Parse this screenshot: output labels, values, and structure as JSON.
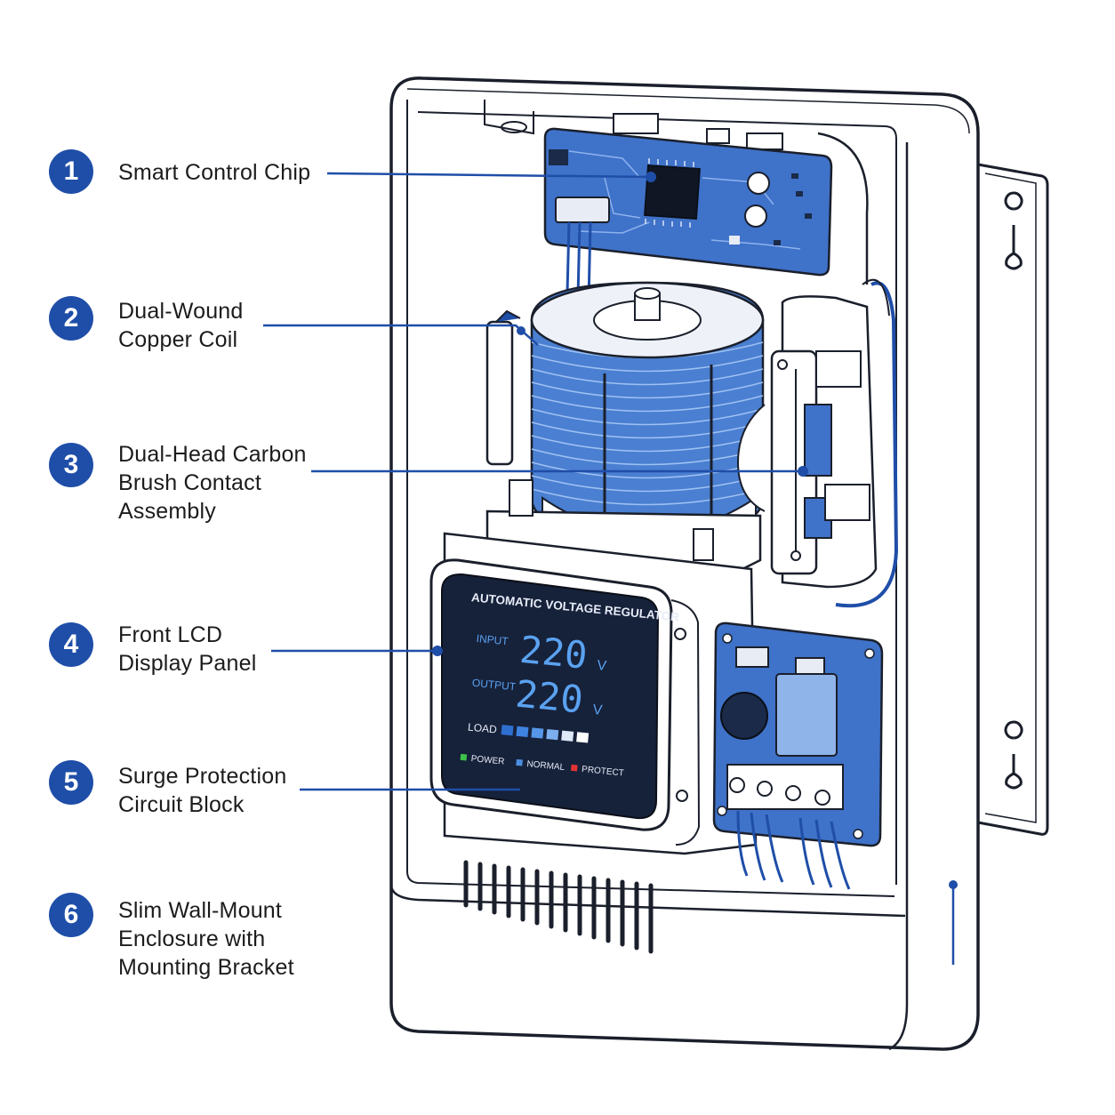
{
  "callouts": [
    {
      "number": "1",
      "lines": [
        "Smart Control Chip"
      ]
    },
    {
      "number": "2",
      "lines": [
        "Dual-Wound",
        "Copper Coil"
      ]
    },
    {
      "number": "3",
      "lines": [
        "Dual-Head Carbon",
        "Brush Contact",
        "Assembly"
      ]
    },
    {
      "number": "4",
      "lines": [
        "Front LCD",
        "Display Panel"
      ]
    },
    {
      "number": "5",
      "lines": [
        "Surge Protection",
        "Circuit Block"
      ]
    },
    {
      "number": "6",
      "lines": [
        "Slim Wall-Mount",
        "Enclosure with",
        "Mounting Bracket"
      ]
    }
  ],
  "lcd": {
    "title": "AUTOMATIC VOLTAGE REGULATOR",
    "input_label": "INPUT",
    "input_value": "220",
    "input_unit": "V",
    "output_label": "OUTPUT",
    "output_value": "220",
    "output_unit": "V",
    "load_label": "LOAD",
    "power_label": "POWER",
    "normal_label": "NORMAL",
    "protect_label": "PROTECT"
  },
  "colors": {
    "accent": "#1f4ea8",
    "pcb": "#3f72c9",
    "coil": "#4a7fd1",
    "lcd_bg": "#16213a",
    "lcd_text": "#5aa2f0",
    "power_led": "#3fc24a",
    "normal_led": "#4a8fe0",
    "protect_led": "#e23434"
  }
}
